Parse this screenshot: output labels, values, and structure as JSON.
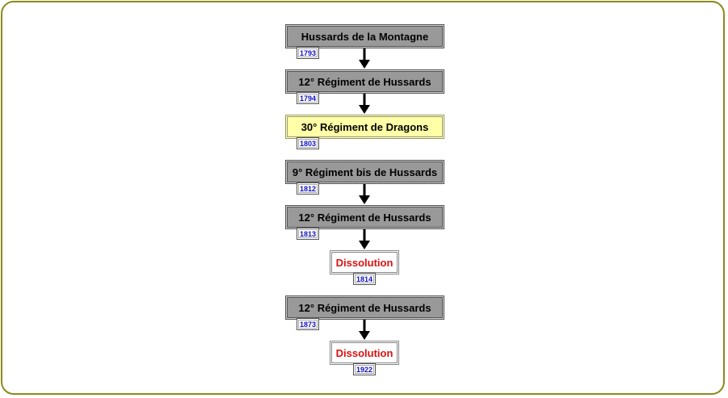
{
  "nodes": [
    {
      "label": "Hussards de la Montagne",
      "year": "1793",
      "style": "gray"
    },
    {
      "label": "12° Régiment de Hussards",
      "year": "1794",
      "style": "gray"
    },
    {
      "label": "30° Régiment de Dragons",
      "year": "1803",
      "style": "yellow"
    },
    {
      "label": "9° Régiment bis de Hussards",
      "year": "1812",
      "style": "gray"
    },
    {
      "label": "12° Régiment de Hussards",
      "year": "1813",
      "style": "gray"
    },
    {
      "label": "Dissolution",
      "year": "1814",
      "style": "white"
    },
    {
      "label": "12° Régiment de Hussards",
      "year": "1873",
      "style": "gray"
    },
    {
      "label": "Dissolution",
      "year": "1922",
      "style": "white"
    }
  ],
  "colors": {
    "frame_border": "#8c8a1c",
    "regiment_box": "#999999",
    "highlight_box": "#ffffa8",
    "dissolution_text": "#dd1111",
    "year_text": "#1010c0"
  }
}
